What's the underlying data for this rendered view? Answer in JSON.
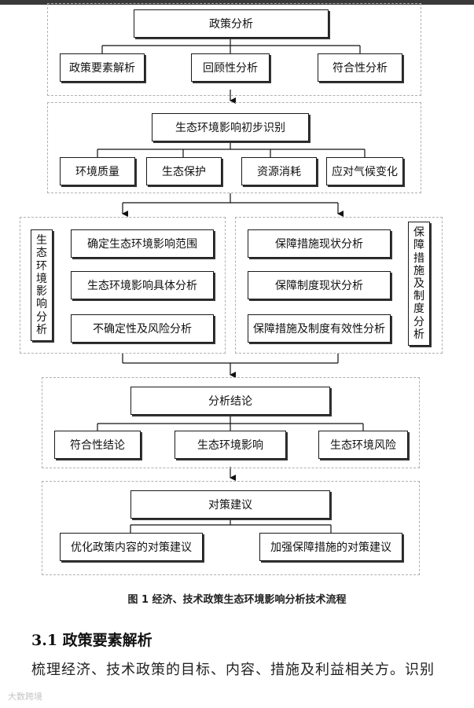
{
  "flowchart": {
    "policy_analysis": {
      "title": "政策分析",
      "items": [
        "政策要素解析",
        "回顾性分析",
        "符合性分析"
      ]
    },
    "initial_identification": {
      "title": "生态环境影响初步识别",
      "items": [
        "环境质量",
        "生态保护",
        "资源消耗",
        "应对气候变化"
      ]
    },
    "eco_analysis": {
      "side_label": [
        "生",
        "态",
        "环",
        "境",
        "影",
        "响",
        "分",
        "析"
      ],
      "items": [
        "确定生态环境影响范围",
        "生态环境影响具体分析",
        "不确定性及风险分析"
      ]
    },
    "guarantee_analysis": {
      "side_label": [
        "保",
        "障",
        "措",
        "施",
        "及",
        "制",
        "度",
        "分",
        "析"
      ],
      "items": [
        "保障措施现状分析",
        "保障制度现状分析",
        "保障措施及制度有效性分析"
      ]
    },
    "conclusion": {
      "title": "分析结论",
      "items": [
        "符合性结论",
        "生态环境影响",
        "生态环境风险"
      ]
    },
    "suggestions": {
      "title": "对策建议",
      "items": [
        "优化政策内容的对策建议",
        "加强保障措施的对策建议"
      ]
    }
  },
  "caption": "图 1  经济、技术政策生态环境影响分析技术流程",
  "section": {
    "heading": "3.1  政策要素解析",
    "body": "梳理经济、技术政策的目标、内容、措施及利益相关方。识别"
  },
  "watermark": "大数跨境"
}
